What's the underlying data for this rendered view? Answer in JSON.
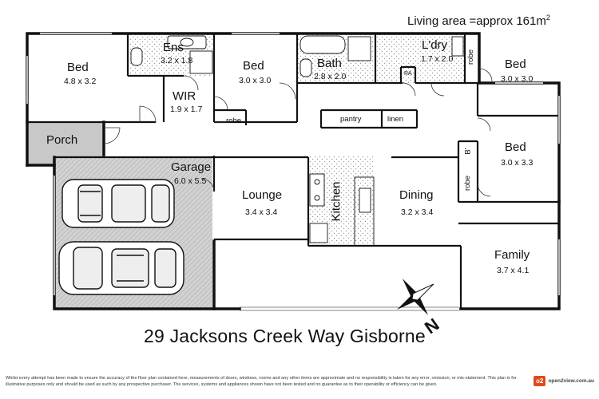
{
  "header": {
    "living_area": "Living area =approx 161m",
    "living_area_sup": "2"
  },
  "rooms": {
    "bed1": {
      "name": "Bed",
      "size": "4.8 x 3.2"
    },
    "ens": {
      "name": "Ens",
      "size": "3.2 x 1.8"
    },
    "wir": {
      "name": "WIR",
      "size": "1.9 x 1.7"
    },
    "bed2": {
      "name": "Bed",
      "size": "3.0 x 3.0"
    },
    "bath": {
      "name": "Bath",
      "size": "2.8 x 2.0"
    },
    "ldry": {
      "name": "L'dry",
      "size": "1.7 x 2.0"
    },
    "bed3": {
      "name": "Bed",
      "size": "3.0 x 3.0"
    },
    "bed4": {
      "name": "Bed",
      "size": "3.0 x 3.3"
    },
    "porch": {
      "name": "Porch"
    },
    "garage": {
      "name": "Garage",
      "size": "6.0 x 5.5"
    },
    "lounge": {
      "name": "Lounge",
      "size": "3.4 x 3.4"
    },
    "kitchen": {
      "name": "Kitchen"
    },
    "dining": {
      "name": "Dining",
      "size": "3.2 x 3.4"
    },
    "family": {
      "name": "Family",
      "size": "3.7 x 4.1"
    }
  },
  "fixtures": {
    "robe": "robe",
    "pantry": "pantry",
    "linen": "linen",
    "ra": "RA",
    "bt": "B'"
  },
  "compass": {
    "north": "N"
  },
  "address": "29 Jacksons Creek Way Gisborne",
  "disclaimer": "Whilst every attempt has been made to ensure the accuracy of the floor plan contained here, measurements of doors, windows, rooms and any other items are approximate and no responsibility is taken for any error, omission, or mis-statement. This plan is for illustrative purposes only and should be used as such by any prospective purchaser. The services, systems and appliances shown have not been tested and no guarantee as to their operability or efficiency can be given.",
  "logo": {
    "badge": "o2",
    "brand": "open2view.com.au"
  }
}
